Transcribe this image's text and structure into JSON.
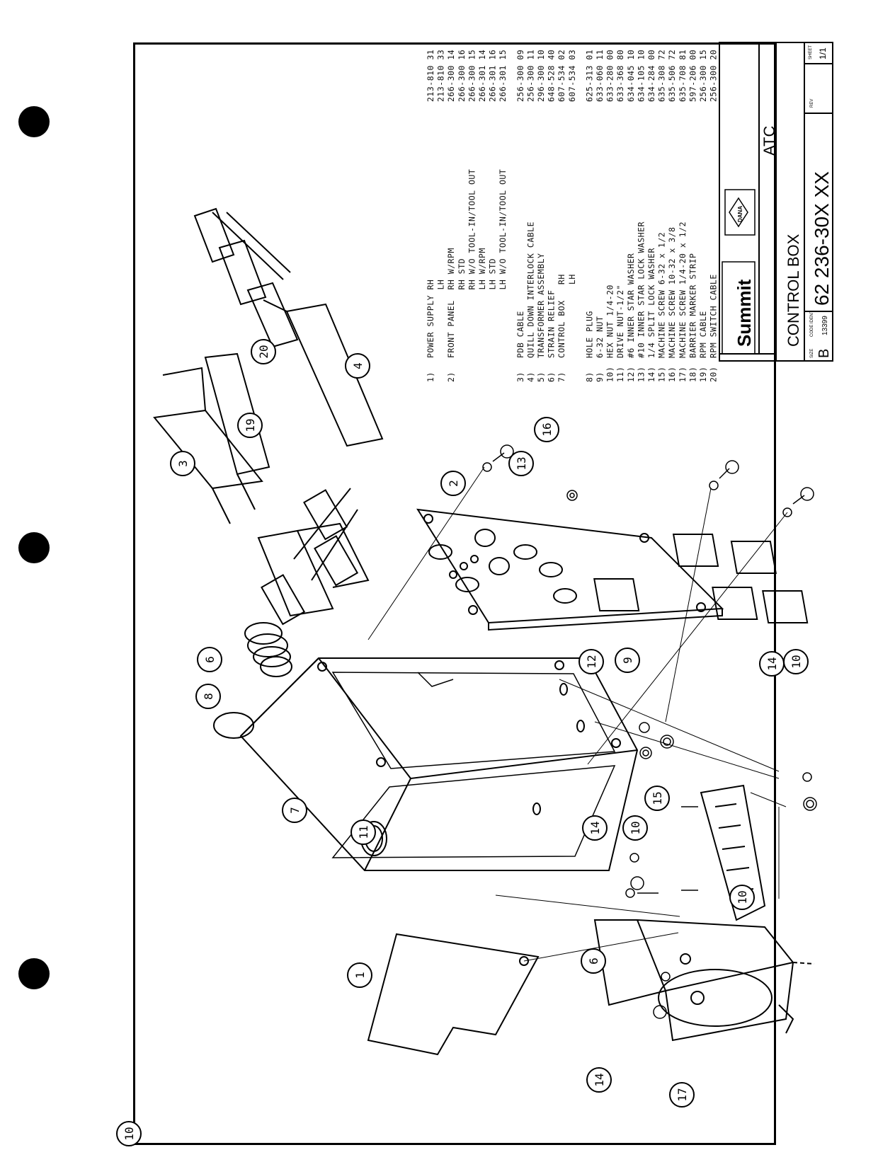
{
  "parts_list": [
    {
      "num": "1)",
      "desc": "POWER SUPPLY RH",
      "pn": "213-810 31"
    },
    {
      "num": "",
      "desc": "             LH",
      "pn": "213-810 33"
    },
    {
      "num": "2)",
      "desc": "FRONT PANEL  RH W/RPM",
      "pn": "266-300 14"
    },
    {
      "num": "",
      "desc": "             RH STD",
      "pn": "266-300 16"
    },
    {
      "num": "",
      "desc": "             RH W/O TOOL-IN/TOOL OUT",
      "pn": "266-300 15"
    },
    {
      "num": "",
      "desc": "             LH W/RPM",
      "pn": "266-301 14"
    },
    {
      "num": "",
      "desc": "             LH STD",
      "pn": "266-301 16"
    },
    {
      "num": "",
      "desc": "             LH W/O TOOL-IN/TOOL OUT",
      "pn": "266-301 15"
    },
    {
      "num": "3)",
      "desc": "PDB CABLE",
      "pn": "256-300 09"
    },
    {
      "num": "4)",
      "desc": "QUILL DOWN INTERLOCK CABLE",
      "pn": "256-300 11"
    },
    {
      "num": "5)",
      "desc": "TRANSFORMER ASSEMBLY",
      "pn": "296-300 10"
    },
    {
      "num": "6)",
      "desc": "STRAIN RELIEF",
      "pn": "648-528 40"
    },
    {
      "num": "7)",
      "desc": "CONTROL BOX   RH",
      "pn": "607-534 02"
    },
    {
      "num": "",
      "desc": "              LH",
      "pn": "607-534 03"
    },
    {
      "num": "8)",
      "desc": "HOLE PLUG",
      "pn": "625-313 01"
    },
    {
      "num": "9)",
      "desc": "6-32 NUT",
      "pn": "633-060 11"
    },
    {
      "num": "10)",
      "desc": "HEX NUT 1/4-20",
      "pn": "633-280 00"
    },
    {
      "num": "11)",
      "desc": "DRIVE NUT-1/2\"",
      "pn": "633-368 80"
    },
    {
      "num": "12)",
      "desc": "#6 INNER STAR WASHER",
      "pn": "634-045 10"
    },
    {
      "num": "13)",
      "desc": "#10 INNER STAR LOCK WASHER",
      "pn": "634-105 10"
    },
    {
      "num": "14)",
      "desc": "1/4 SPLIT LOCK WASHER",
      "pn": "634-284 00"
    },
    {
      "num": "15)",
      "desc": "MACHINE SCREW 6-32 x 1/2",
      "pn": "635-308 72"
    },
    {
      "num": "16)",
      "desc": "MACHINE SCREW 10-32 x 3/8",
      "pn": "635-506 72"
    },
    {
      "num": "17)",
      "desc": "MACHINE SCREW 1/4-20 x 1/2",
      "pn": "635-708 81"
    },
    {
      "num": "18)",
      "desc": "BARRIER MARKER STRIP",
      "pn": "597-206 00"
    },
    {
      "num": "19)",
      "desc": "RPM CABLE",
      "pn": "256-300 15"
    },
    {
      "num": "20)",
      "desc": "RPM SWITCH CABLE",
      "pn": "256-300 20"
    }
  ],
  "title_block": {
    "brand": "Summit",
    "logo_text": "DANA",
    "title": "CONTROL   BOX",
    "subtitle": "ATC",
    "drawing_number": "62 236-30X XX",
    "size_label": "SIZE",
    "size": "B",
    "code_label": "CODE IDENT",
    "code": "13399",
    "rev_label": "REV",
    "sheet_label": "SHEET",
    "sheet": "1/1"
  },
  "callouts": [
    "1",
    "2",
    "3",
    "4",
    "6",
    "6",
    "7",
    "8",
    "9",
    "10",
    "10",
    "10",
    "10",
    "11",
    "12",
    "13",
    "14",
    "14",
    "14",
    "15",
    "16",
    "17",
    "19",
    "20"
  ]
}
